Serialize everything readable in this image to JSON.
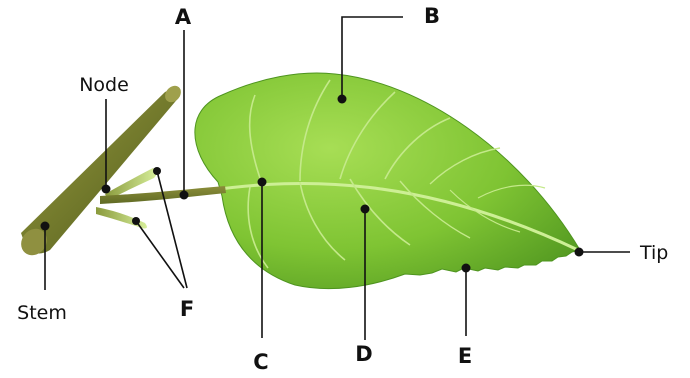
{
  "labels": {
    "a": "A",
    "b": "B",
    "c": "C",
    "d": "D",
    "e": "E",
    "f": "F",
    "node": "Node",
    "stem": "Stem",
    "tip": "Tip"
  },
  "colors": {
    "leaf_light": "#9ed94a",
    "leaf_mid": "#79c12f",
    "leaf_dark": "#4f9620",
    "vein": "#c8eb8f",
    "stem_light": "#8a8a3a",
    "stem_dark": "#4f5a1e",
    "label": "#111111"
  }
}
